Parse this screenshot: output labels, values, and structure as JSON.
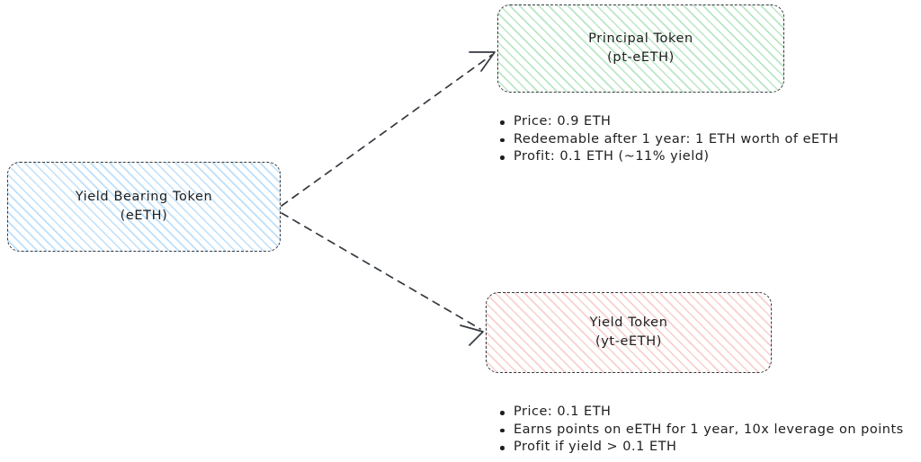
{
  "diagram": {
    "title": "Yield Bearing Token splitting into Principal Token and Yield Token",
    "style": "hand-drawn dashed rounded rectangles with diagonal hatch fill",
    "colors": {
      "stroke": "#343a40",
      "text": "#1e1e1e",
      "background": "#ffffff",
      "yield_bearing_fill": "#bcdffb",
      "principal_fill": "#b9e6c4",
      "yield_token_fill": "#f8cfcf"
    },
    "nodes": [
      {
        "id": "yield-bearing-token",
        "line1": "Yield Bearing Token",
        "line2": "(eETH)"
      },
      {
        "id": "principal-token",
        "line1": "Principal Token",
        "line2": "(pt-eETH)"
      },
      {
        "id": "yield-token",
        "line1": "Yield Token",
        "line2": "(yt-eETH)"
      }
    ],
    "edges": [
      {
        "id": "edge-to-principal-token",
        "from": "yield-bearing-token",
        "to": "principal-token",
        "style": "dashed-arrow"
      },
      {
        "id": "edge-to-yield-token",
        "from": "yield-bearing-token",
        "to": "yield-token",
        "style": "dashed-arrow"
      }
    ],
    "principal_token_notes": [
      "Price: 0.9 ETH",
      "Redeemable after 1 year: 1 ETH worth of eETH",
      "Profit: 0.1 ETH (~11% yield)"
    ],
    "yield_token_notes": [
      "Price: 0.1 ETH",
      "Earns points on eETH for 1 year, 10x leverage on points",
      "Profit if yield > 0.1 ETH"
    ]
  }
}
